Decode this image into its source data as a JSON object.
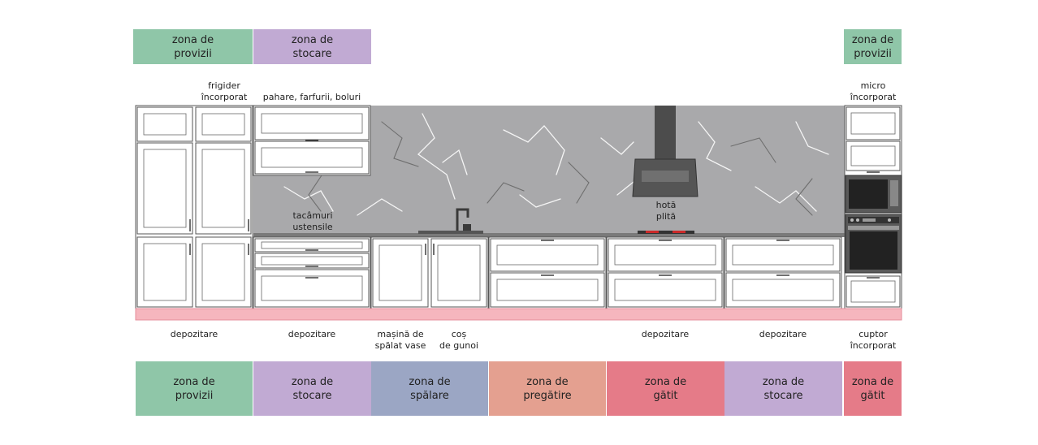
{
  "colors": {
    "provizii": "#8fc6a8",
    "stocare": "#c1aad3",
    "spalare": "#9ba6c4",
    "pregatire": "#e4a090",
    "gatit": "#e57b88",
    "plinth": "#f6b6be",
    "backsplash": "#a9a9ab"
  },
  "top_zones": [
    {
      "label": "zona de\nprovizii",
      "color": "provizii"
    },
    {
      "label": "zona de\nstocare",
      "color": "stocare"
    },
    {
      "label": "zona de\nprovizii",
      "color": "provizii"
    }
  ],
  "top_labels": [
    {
      "text": "frigider\nîncorporat"
    },
    {
      "text": "pahare, farfurii, boluri"
    },
    {
      "text": "micro\nîncorporat"
    }
  ],
  "inner_labels": [
    {
      "text": "tacâmuri\nustensile"
    },
    {
      "text": "hotă\nplită"
    }
  ],
  "bottom_labels": [
    {
      "text": "depozitare"
    },
    {
      "text": "depozitare"
    },
    {
      "text": "mașină de\nspălat vase"
    },
    {
      "text": "coș\nde gunoi"
    },
    {
      "text": "depozitare"
    },
    {
      "text": "depozitare"
    },
    {
      "text": "cuptor\nîncorporat"
    }
  ],
  "bottom_zones": [
    {
      "label": "zona de\nprovizii",
      "color": "provizii"
    },
    {
      "label": "zona de\nstocare",
      "color": "stocare"
    },
    {
      "label": "zona de\nspălare",
      "color": "spalare"
    },
    {
      "label": "zona de\npregătire",
      "color": "pregatire"
    },
    {
      "label": "zona de\ngătit",
      "color": "gatit"
    },
    {
      "label": "zona de\nstocare",
      "color": "stocare"
    },
    {
      "label": "zona de\ngătit",
      "color": "gatit"
    }
  ],
  "icons": [
    "sink-faucet-icon",
    "cooktop-icon",
    "range-hood-icon",
    "microwave-icon",
    "oven-icon"
  ]
}
